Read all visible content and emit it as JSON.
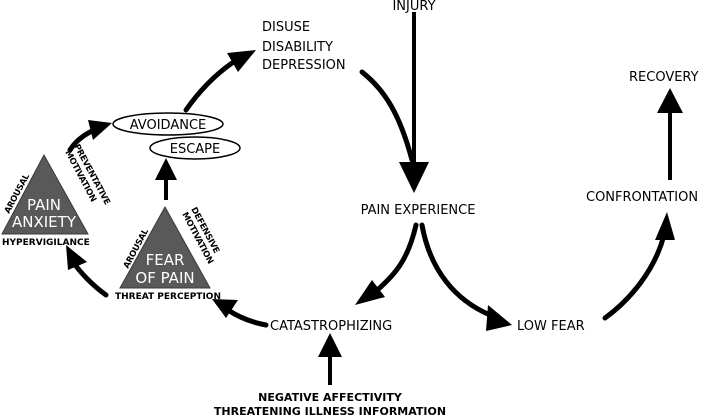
{
  "diagram": {
    "title": "Fear-avoidance model of pain",
    "nodes": {
      "injury": "INJURY",
      "pain_experience": "PAIN EXPERIENCE",
      "low_fear": "LOW FEAR",
      "confrontation": "CONFRONTATION",
      "recovery": "RECOVERY",
      "catastrophizing": "CATASTROPHIZING",
      "negative_affectivity": "NEGATIVE AFFECTIVITY",
      "threatening_illness_information": "THREATENING ILLNESS INFORMATION",
      "fear_of_pain_line1": "FEAR",
      "fear_of_pain_line2": "OF PAIN",
      "threat_perception": "THREAT PERCEPTION",
      "fear_arousal": "AROUSAL",
      "defensive_motivation_line1": "DEFENSIVE",
      "defensive_motivation_line2": "MOTIVATION",
      "pain_anxiety_line1": "PAIN",
      "pain_anxiety_line2": "ANXIETY",
      "hypervigilance": "HYPERVIGILANCE",
      "anxiety_arousal": "AROUSAL",
      "preventative_motivation_line1": "PREVENTATIVE",
      "preventative_motivation_line2": "MOTIVATION",
      "avoidance": "AVOIDANCE",
      "escape": "ESCAPE",
      "disuse": "DISUSE",
      "disability": "DISABILITY",
      "depression": "DEPRESSION"
    },
    "colors": {
      "triangle_fill": "#595959",
      "line": "#000000",
      "background": "#ffffff"
    }
  }
}
